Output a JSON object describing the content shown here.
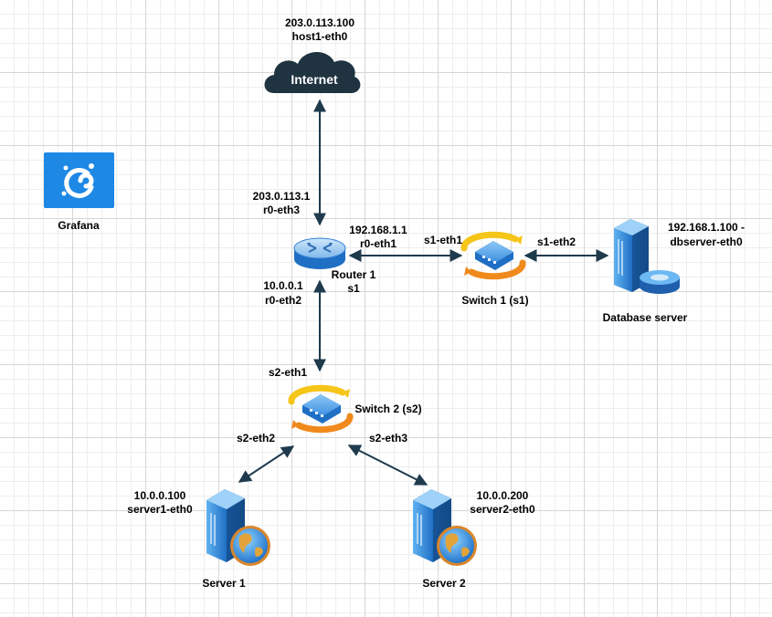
{
  "colors": {
    "link": "#1f3a4d",
    "cloud": "#1f3341",
    "grafana_tile": "#1e88e5",
    "device_blue": "#2f7fd6",
    "switch_ring_top": "#f5c518",
    "switch_ring_bottom": "#f08a1c"
  },
  "internet": {
    "name": "Internet",
    "ip": "203.0.113.100",
    "iface": "host1-eth0",
    "icon": "cloud-icon"
  },
  "grafana": {
    "name": "Grafana",
    "icon": "grafana-icon"
  },
  "router": {
    "name": "Router 1",
    "sub": "s1",
    "icon": "router-icon",
    "wan_ip": "203.0.113.1",
    "wan_iface": "r0-eth3",
    "lan1_ip": "192.168.1.1",
    "lan1_iface": "r0-eth1",
    "lan2_ip": "10.0.0.1",
    "lan2_iface": "r0-eth2"
  },
  "switch1": {
    "name": "Switch 1 (s1)",
    "icon": "switch-icon",
    "port_router": "s1-eth1",
    "port_db": "s1-eth2"
  },
  "switch2": {
    "name": "Switch 2 (s2)",
    "icon": "switch-icon",
    "port_router": "s2-eth1",
    "port_server1": "s2-eth2",
    "port_server2": "s2-eth3"
  },
  "database": {
    "name": "Database server",
    "icon": "database-server-icon",
    "ip": "192.168.1.100 -",
    "iface": "dbserver-eth0"
  },
  "server1": {
    "name": "Server 1",
    "icon": "web-server-icon",
    "ip": "10.0.0.100",
    "iface": "server1-eth0"
  },
  "server2": {
    "name": "Server 2",
    "icon": "web-server-icon",
    "ip": "10.0.0.200",
    "iface": "server2-eth0"
  }
}
